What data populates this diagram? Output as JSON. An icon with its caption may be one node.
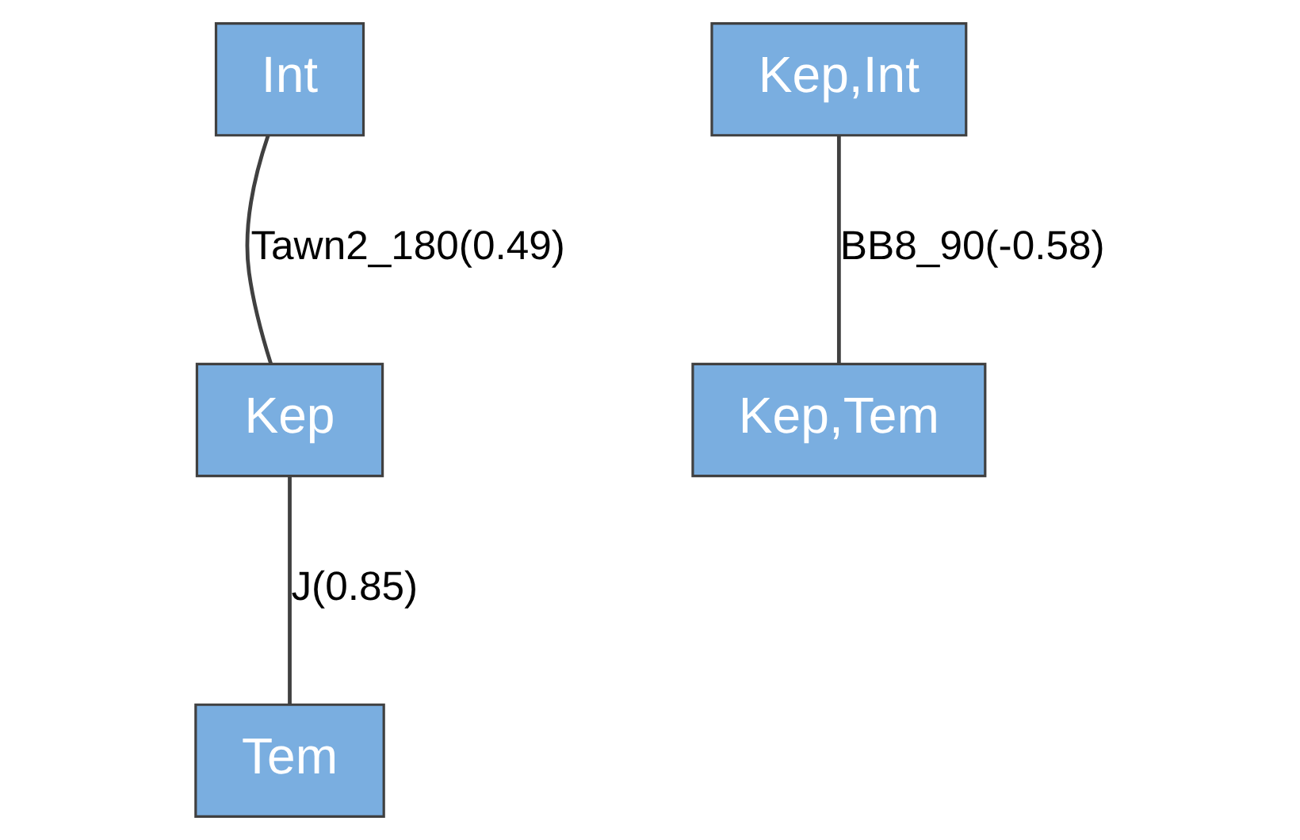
{
  "diagram": {
    "nodes": [
      {
        "text": [
          "Int"
        ]
      },
      {
        "text": [
          "Kep"
        ]
      },
      {
        "text": [
          "Tem"
        ]
      },
      {
        "text": [
          "Kep,Int"
        ]
      },
      {
        "text": [
          "Kep,Tem"
        ]
      }
    ],
    "edges": [
      {
        "from": 0,
        "to": 1,
        "arrow": "none",
        "label": "Tawn2_180(0.49)"
      },
      {
        "from": 1,
        "to": 2,
        "arrow": "none",
        "label": "J(0.85)"
      },
      {
        "from": 3,
        "to": 4,
        "arrow": "none",
        "label": "BB8_90(-0.58)"
      }
    ]
  }
}
